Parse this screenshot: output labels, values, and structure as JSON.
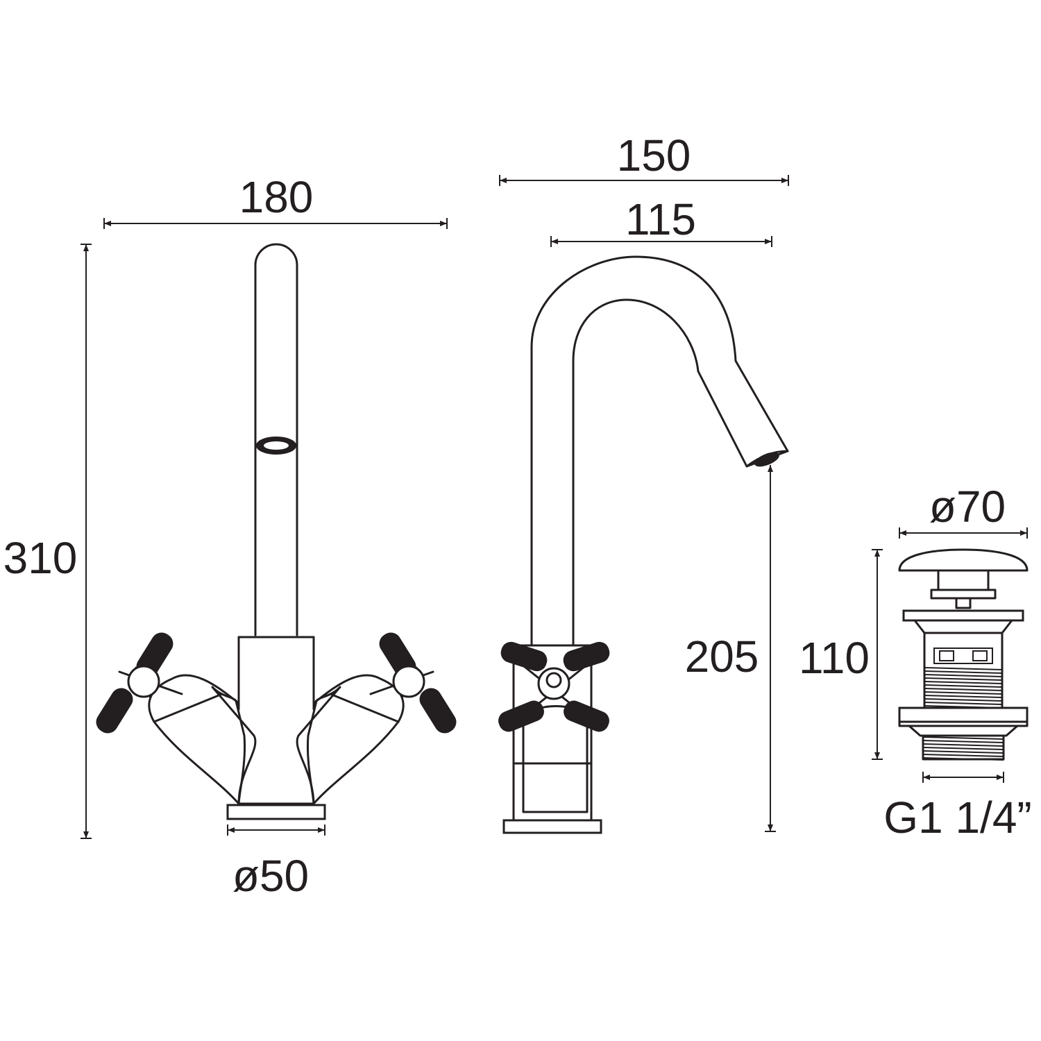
{
  "dimensions": {
    "width_front": "180",
    "height_total": "310",
    "base_diameter": "ø50",
    "width_side_total": "150",
    "spout_reach": "115",
    "spout_height": "205",
    "waste_diameter": "ø70",
    "waste_height": "110",
    "waste_thread": "G1 1/4”"
  },
  "colors": {
    "line": "#231f20",
    "background": "#ffffff"
  }
}
